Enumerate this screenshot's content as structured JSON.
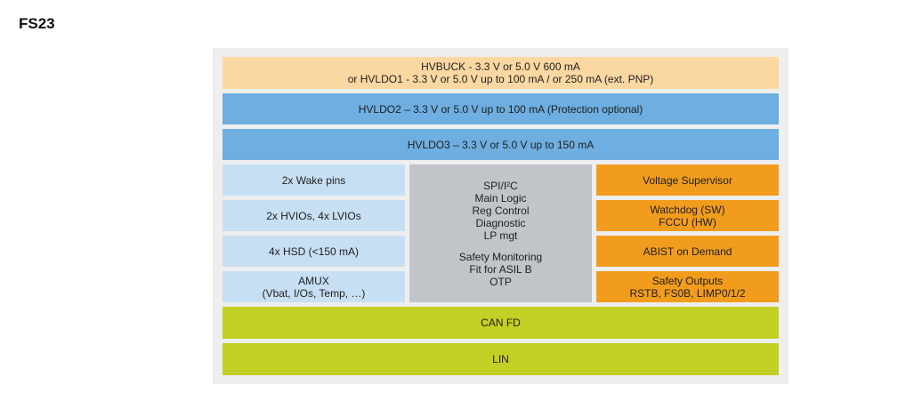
{
  "title": "FS23",
  "colors": {
    "supply_primary": "#fbd8a2",
    "supply_ldo": "#6eaee0",
    "io_blocks": "#c7dff3",
    "core_logic": "#c1c5c9",
    "safety_blocks": "#f29c1e",
    "bus_interfaces": "#c4cf25"
  },
  "rows": {
    "hvbuck": {
      "line1": "HVBUCK - 3.3 V or 5.0 V 600 mA",
      "line2": "or HVLDO1 - 3.3 V or 5.0 V up to 100 mA / or 250 mA (ext. PNP)"
    },
    "hvldo2": "HVLDO2 – 3.3 V or 5.0 V up to 100 mA (Protection optional)",
    "hvldo3": "HVLDO3 – 3.3 V or 5.0 V up to 150 mA"
  },
  "left_column": {
    "wake_pins": "2x Wake pins",
    "hvios": "2x HVIOs, 4x LVIOs",
    "hsd": "4x HSD (<150 mA)",
    "amux_line1": "AMUX",
    "amux_line2": "(Vbat, I/Os, Temp, …)"
  },
  "center_column": {
    "group1": [
      "SPI/I²C",
      "Main Logic",
      "Reg Control",
      "Diagnostic",
      "LP mgt"
    ],
    "group2": [
      "Safety Monitoring",
      "Fit for ASIL B",
      "OTP"
    ]
  },
  "right_column": {
    "voltage_supervisor": "Voltage Supervisor",
    "watchdog_line1": "Watchdog (SW)",
    "watchdog_line2": "FCCU (HW)",
    "abist": "ABIST on Demand",
    "safety_outputs_line1": "Safety Outputs",
    "safety_outputs_line2": "RSTB, FS0B, LIMP0/1/2"
  },
  "bottom_rows": {
    "can_fd": "CAN FD",
    "lin": "LIN"
  }
}
